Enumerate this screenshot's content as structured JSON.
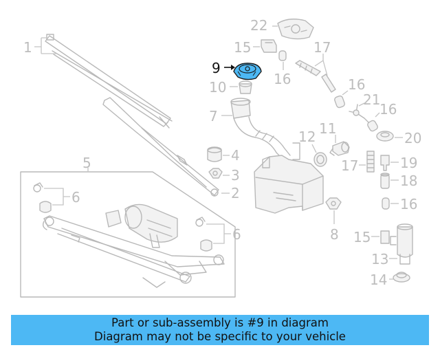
{
  "diagram": {
    "labels": [
      "1",
      "2",
      "3",
      "4",
      "5",
      "6",
      "6",
      "7",
      "8",
      "9",
      "10",
      "11",
      "12",
      "13",
      "14",
      "15",
      "15",
      "16",
      "16",
      "16",
      "16",
      "17",
      "17",
      "18",
      "19",
      "20",
      "21",
      "22"
    ],
    "highlight_label": "9",
    "highlight_color": "#4db8f4",
    "part_color": "#b8b8b8"
  },
  "banner": {
    "line1": "Part or sub-assembly is #9 in diagram",
    "line2": "Diagram may not be specific to your vehicle",
    "color": "#4db8f4"
  }
}
